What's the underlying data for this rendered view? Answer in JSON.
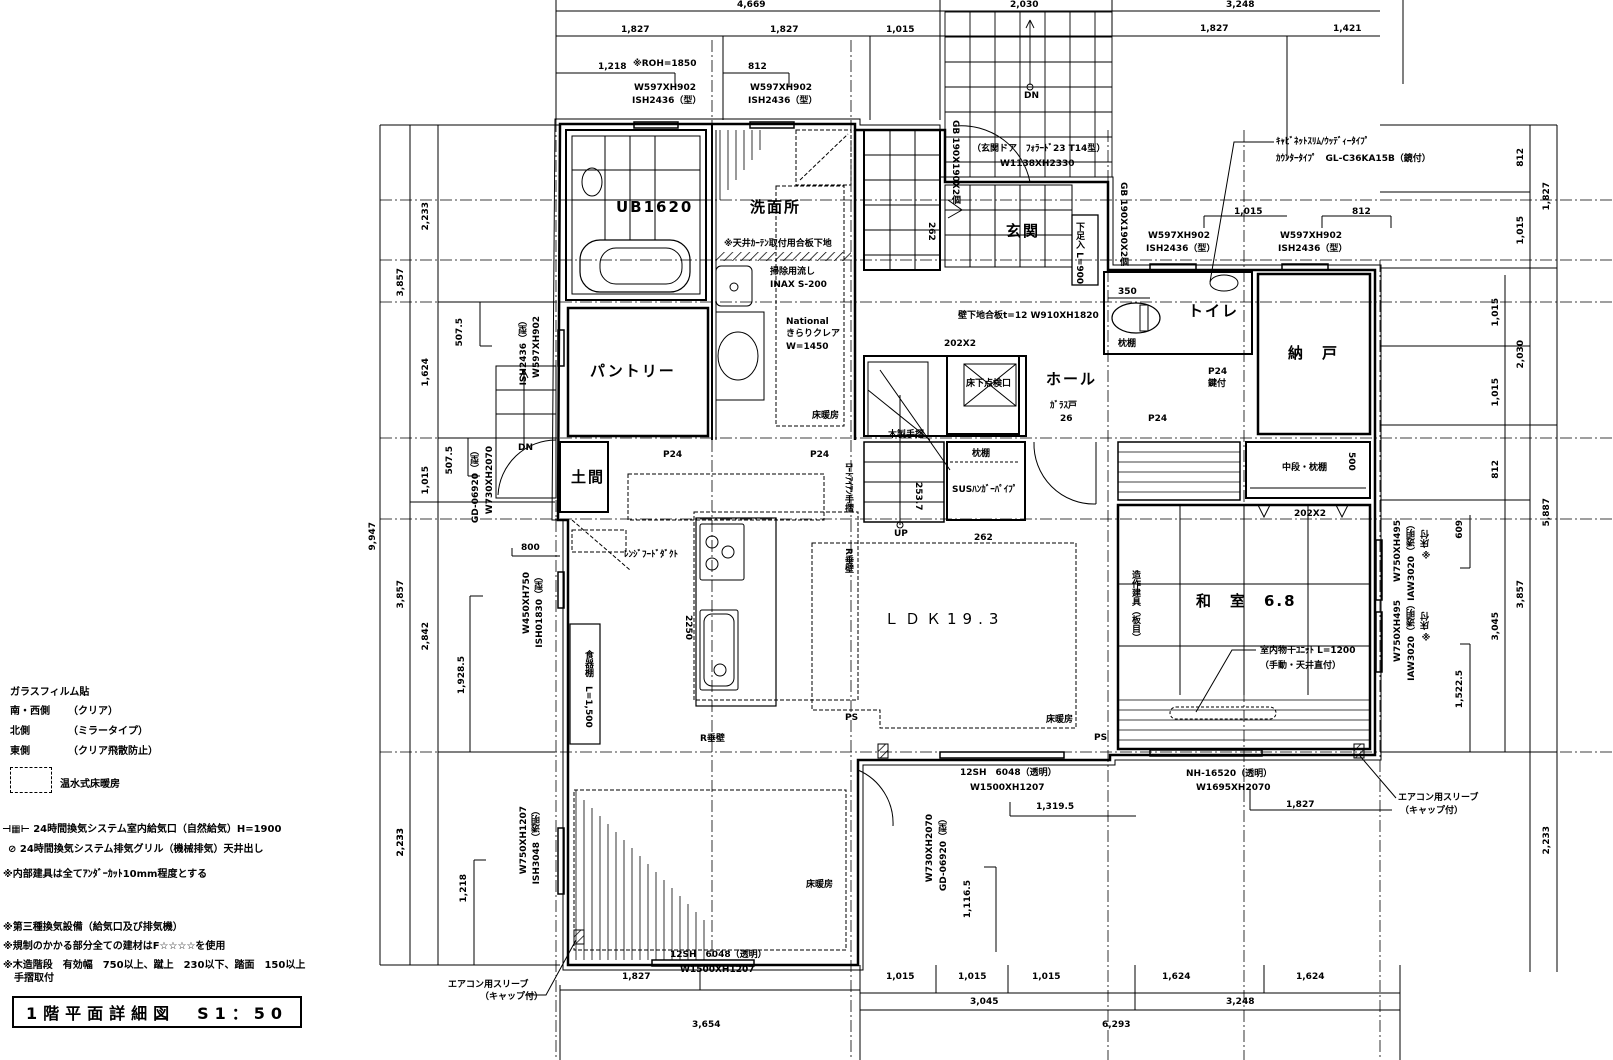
{
  "drawing": {
    "title": "1階平面詳細図　S1：50",
    "scale": "S1:50",
    "floor": "1階"
  },
  "legend": {
    "glass_film_title": "ガラスフィルム貼",
    "glass_film": [
      {
        "side": "南・西側",
        "type": "（クリア）"
      },
      {
        "side": "北側",
        "type": "（ミラータイプ）"
      },
      {
        "side": "東側",
        "type": "（クリア飛散防止）"
      }
    ],
    "floor_heating": "温水式床暖房",
    "vent_supply": "24時間換気システム室内給気口（自然給気）H=1900",
    "vent_exhaust": "24時間換気システム排気グリル（機械排気）天井出し",
    "undercut_note": "※内部建具は全てｱﾝﾀﾞｰｶｯﾄ10mm程度とする",
    "notes": [
      "※第三種換気設備（給気口及び排気機）",
      "※規制のかかる部分全ての建材はF☆☆☆☆を使用",
      "※木造階段　有効幅　750以上、蹴上　230以下、踏面　150以上",
      "手摺取付"
    ]
  },
  "rooms": {
    "bath": "UB1620",
    "washroom": "洗面所",
    "entrance": "玄関",
    "toilet": "トイレ",
    "storage": "納　戸",
    "pantry": "パントリー",
    "hall": "ホール",
    "doma": "土間",
    "ldk": "ＬＤＫ19.3",
    "washitsu": "和　室　6.8"
  },
  "annotations": {
    "ceiling_curtain": "※天井ｶｰﾃﾝ取付用合板下地",
    "slop_sink_1": "掃除用流し",
    "slop_sink_2": "INAX S-200",
    "vanity_1": "National",
    "vanity_2": "きらりクレア",
    "vanity_3": "W=1450",
    "entrance_door_1": "（玄関ドア　ﾌｫﾗｰﾄﾞ23 T14型）",
    "entrance_door_2": "W1138XH2330",
    "gb_block_1": "GB 190X190X2個",
    "gb_block_2": "GB 190X190X2個",
    "shoe_cabinet": "下足入 L=900",
    "cabinet_1": "ｷｬﾋﾞﾈｯﾄｽﾘﾑ/ｳｯﾃﾞｨｰﾀｲﾌﾟ",
    "cabinet_2": "ｶｳﾝﾀｰﾀｲﾌﾟ　GL-C36KA15B（鏡付）",
    "wall_plywood": "壁下地合板t=12 W910XH1820",
    "underfloor_hatch": "床下点検口",
    "handrail": "木製手摺",
    "shelf": "枕棚",
    "hanger_pipe": "SUSﾊﾝｶﾞｰﾊﾟｲﾌﾟ",
    "glass_door_1": "ｶﾞﾗｽ戸",
    "glass_door_2": "26",
    "p24_key": "P24",
    "key_attached": "鍵付",
    "mid_shelf": "中段・枕棚",
    "range_hood": "ﾚﾝｼﾞﾌｰﾄﾞﾀﾞｸﾄ",
    "dish_cabinet": "食器棚　L=1,500",
    "r_hanging_wall": "R垂壁",
    "iron_handrail": "ﾛｰﾄｱｲｱﾝ手摺",
    "floor_heat": "床暖房",
    "drying_unit_1": "室内物干ﾕﾆｯﾄ L=1200",
    "drying_unit_2": "（手動・天井直付）",
    "fixture_door": "造作建具（板目）",
    "ac_sleeve_1": "エアコン用スリーブ",
    "ac_sleeve_2": "（キャップ付）",
    "roh_note": "※ROH=1850",
    "stair_up": "UP",
    "stair_down": "DN",
    "ps": "PS",
    "counter_dim": "2250",
    "step": "253.7",
    "closet_w": "262",
    "depth_350": "350",
    "depth_500": "500",
    "studs": "202X2"
  },
  "windows": [
    {
      "id": "w-bath",
      "spec": "W597XH902",
      "model": "ISH2436（型）"
    },
    {
      "id": "w-wash",
      "spec": "W597XH902",
      "model": "ISH2436（型）"
    },
    {
      "id": "w-toilet",
      "spec": "W597XH902",
      "model": "ISH2436（型）"
    },
    {
      "id": "w-storage",
      "spec": "W597XH902",
      "model": "ISH2436（型）"
    },
    {
      "id": "w-pantry",
      "spec": "W597XH902",
      "model": "ISH2436（型）"
    },
    {
      "id": "d-doma",
      "spec": "W730XH2070",
      "model": "GD-06920（型）"
    },
    {
      "id": "w-kitchen",
      "spec": "W450XH750",
      "model": "ISH01830（型）"
    },
    {
      "id": "w-ldk-west",
      "spec": "W750XH1207",
      "model": "ISH3048（透明）"
    },
    {
      "id": "w-ldk-south",
      "spec": "W1500XH1207",
      "model": "12SH　6048（透明）"
    },
    {
      "id": "w-ldk-south2",
      "spec": "W1500XH1207",
      "model": "12SH　6048（透明）"
    },
    {
      "id": "d-ldk-east",
      "spec": "W730XH2070",
      "model": "GD-06920（型）"
    },
    {
      "id": "w-wa-south",
      "spec": "W1695XH2070",
      "model": "NH-16520（透明）"
    },
    {
      "id": "w-wa-east1",
      "spec": "W750XH495",
      "model": "IAW3020（透明）",
      "note": "※床付"
    },
    {
      "id": "w-wa-east2",
      "spec": "W750XH495",
      "model": "IAW3020（透明）",
      "note": "※床付"
    }
  ],
  "dimensions": {
    "top_total_1": "4,669",
    "top_total_2": "2,030",
    "top_total_3": "3,248",
    "top_row": [
      "1,827",
      "1,827",
      "1,015",
      "1,827",
      "1,421"
    ],
    "top_small": [
      "1,218",
      "812",
      "1,015",
      "812"
    ],
    "bottom_row": [
      "1,827",
      "1,015",
      "1,015",
      "1,015",
      "1,624",
      "1,624"
    ],
    "bottom_sub": [
      "3,045",
      "3,248"
    ],
    "bottom_total": [
      "3,654",
      "6,293"
    ],
    "left_total": "9,947",
    "left_col1": [
      "3,857",
      "3,857",
      "2,233"
    ],
    "left_col2": [
      "2,233",
      "1,624",
      "1,015",
      "2,842",
      "2,233"
    ],
    "left_col3": [
      "507.5",
      "507.5",
      "1,928.5",
      "1,218"
    ],
    "left_800": "800",
    "right_col1": [
      "812",
      "1,015",
      "1,015",
      "1,015",
      "812",
      "3,045"
    ],
    "right_col2": [
      "1,827",
      "2,030",
      "3,857"
    ],
    "right_col3": [
      "1,827",
      "5,887",
      "2,233"
    ],
    "right_small": [
      "609",
      "1,522.5"
    ],
    "inner": [
      "1,319.5",
      "1,827",
      "1,116.5"
    ]
  }
}
